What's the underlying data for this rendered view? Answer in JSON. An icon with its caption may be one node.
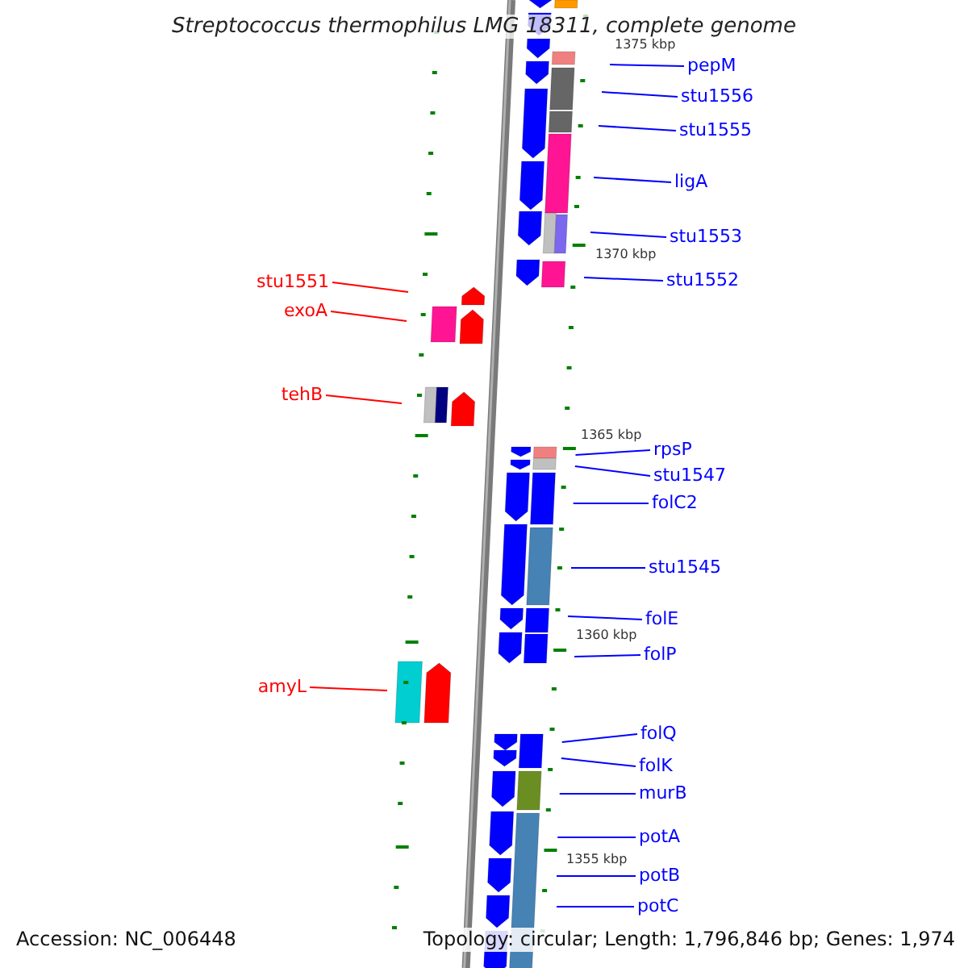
{
  "diagram": {
    "title": "Streptococcus thermophilus LMG 18311, complete genome",
    "nodes": [
      {
        "text": [
          "pepM"
        ]
      },
      {
        "text": [
          "stu1556"
        ]
      },
      {
        "text": [
          "stu1555"
        ]
      },
      {
        "text": [
          "ligA"
        ]
      },
      {
        "text": [
          "stu1553"
        ]
      },
      {
        "text": [
          "stu1552"
        ]
      },
      {
        "text": [
          "stu1551"
        ]
      },
      {
        "text": [
          "exoA"
        ]
      },
      {
        "text": [
          "tehB"
        ]
      },
      {
        "text": [
          "rpsP"
        ]
      },
      {
        "text": [
          "stu1547"
        ]
      },
      {
        "text": [
          "folC2"
        ]
      },
      {
        "text": [
          "stu1545"
        ]
      },
      {
        "text": [
          "folE"
        ]
      },
      {
        "text": [
          "folP"
        ]
      },
      {
        "text": [
          "amyL"
        ]
      },
      {
        "text": [
          "folQ"
        ]
      },
      {
        "text": [
          "folK"
        ]
      },
      {
        "text": [
          "murB"
        ]
      },
      {
        "text": [
          "potA"
        ]
      },
      {
        "text": [
          "potB"
        ]
      },
      {
        "text": [
          "potC"
        ]
      }
    ],
    "edges": [
      {
        "from": 0,
        "to": null,
        "arrow": "none"
      },
      {
        "from": 1,
        "to": null,
        "arrow": "none"
      },
      {
        "from": 2,
        "to": null,
        "arrow": "none"
      },
      {
        "from": 3,
        "to": null,
        "arrow": "none"
      },
      {
        "from": 4,
        "to": null,
        "arrow": "none"
      },
      {
        "from": 5,
        "to": null,
        "arrow": "none"
      },
      {
        "from": 6,
        "to": null,
        "arrow": "none",
        "color": "#ff0000"
      },
      {
        "from": 7,
        "to": null,
        "arrow": "none",
        "color": "#ff0000"
      },
      {
        "from": 8,
        "to": null,
        "arrow": "none",
        "color": "#ff0000"
      },
      {
        "from": 9,
        "to": null,
        "arrow": "none"
      },
      {
        "from": 10,
        "to": null,
        "arrow": "none"
      },
      {
        "from": 11,
        "to": null,
        "arrow": "none"
      },
      {
        "from": 12,
        "to": null,
        "arrow": "none"
      },
      {
        "from": 13,
        "to": null,
        "arrow": "none"
      },
      {
        "from": 14,
        "to": null,
        "arrow": "none"
      },
      {
        "from": 15,
        "to": null,
        "arrow": "none",
        "color": "#ff0000"
      },
      {
        "from": 16,
        "to": null,
        "arrow": "none"
      },
      {
        "from": 17,
        "to": null,
        "arrow": "none"
      },
      {
        "from": 18,
        "to": null,
        "arrow": "none"
      },
      {
        "from": 19,
        "to": null,
        "arrow": "none"
      },
      {
        "from": 20,
        "to": null,
        "arrow": "none"
      },
      {
        "from": 21,
        "to": null,
        "arrow": "none"
      }
    ],
    "labels": [
      "1375 kbp",
      "1370 kbp",
      "1365 kbp",
      "1360 kbp",
      "1355 kbp",
      "Accession: NC_006448",
      "Topology: circular; Length: 1,796,846 bp; Genes: 1,974"
    ]
  }
}
